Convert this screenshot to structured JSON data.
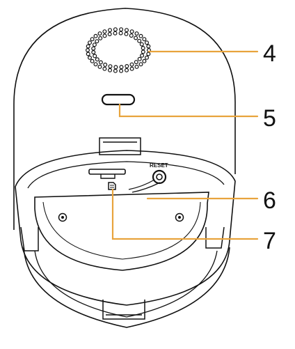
{
  "diagram": {
    "device_labels": {
      "reset": "RESET"
    },
    "callouts": [
      {
        "id": "4",
        "label": "4"
      },
      {
        "id": "5",
        "label": "5"
      },
      {
        "id": "6",
        "label": "6"
      },
      {
        "id": "7",
        "label": "7"
      }
    ]
  },
  "colors": {
    "line_art": "#111111",
    "callout_line": "#e8a33c",
    "background": "#ffffff"
  }
}
